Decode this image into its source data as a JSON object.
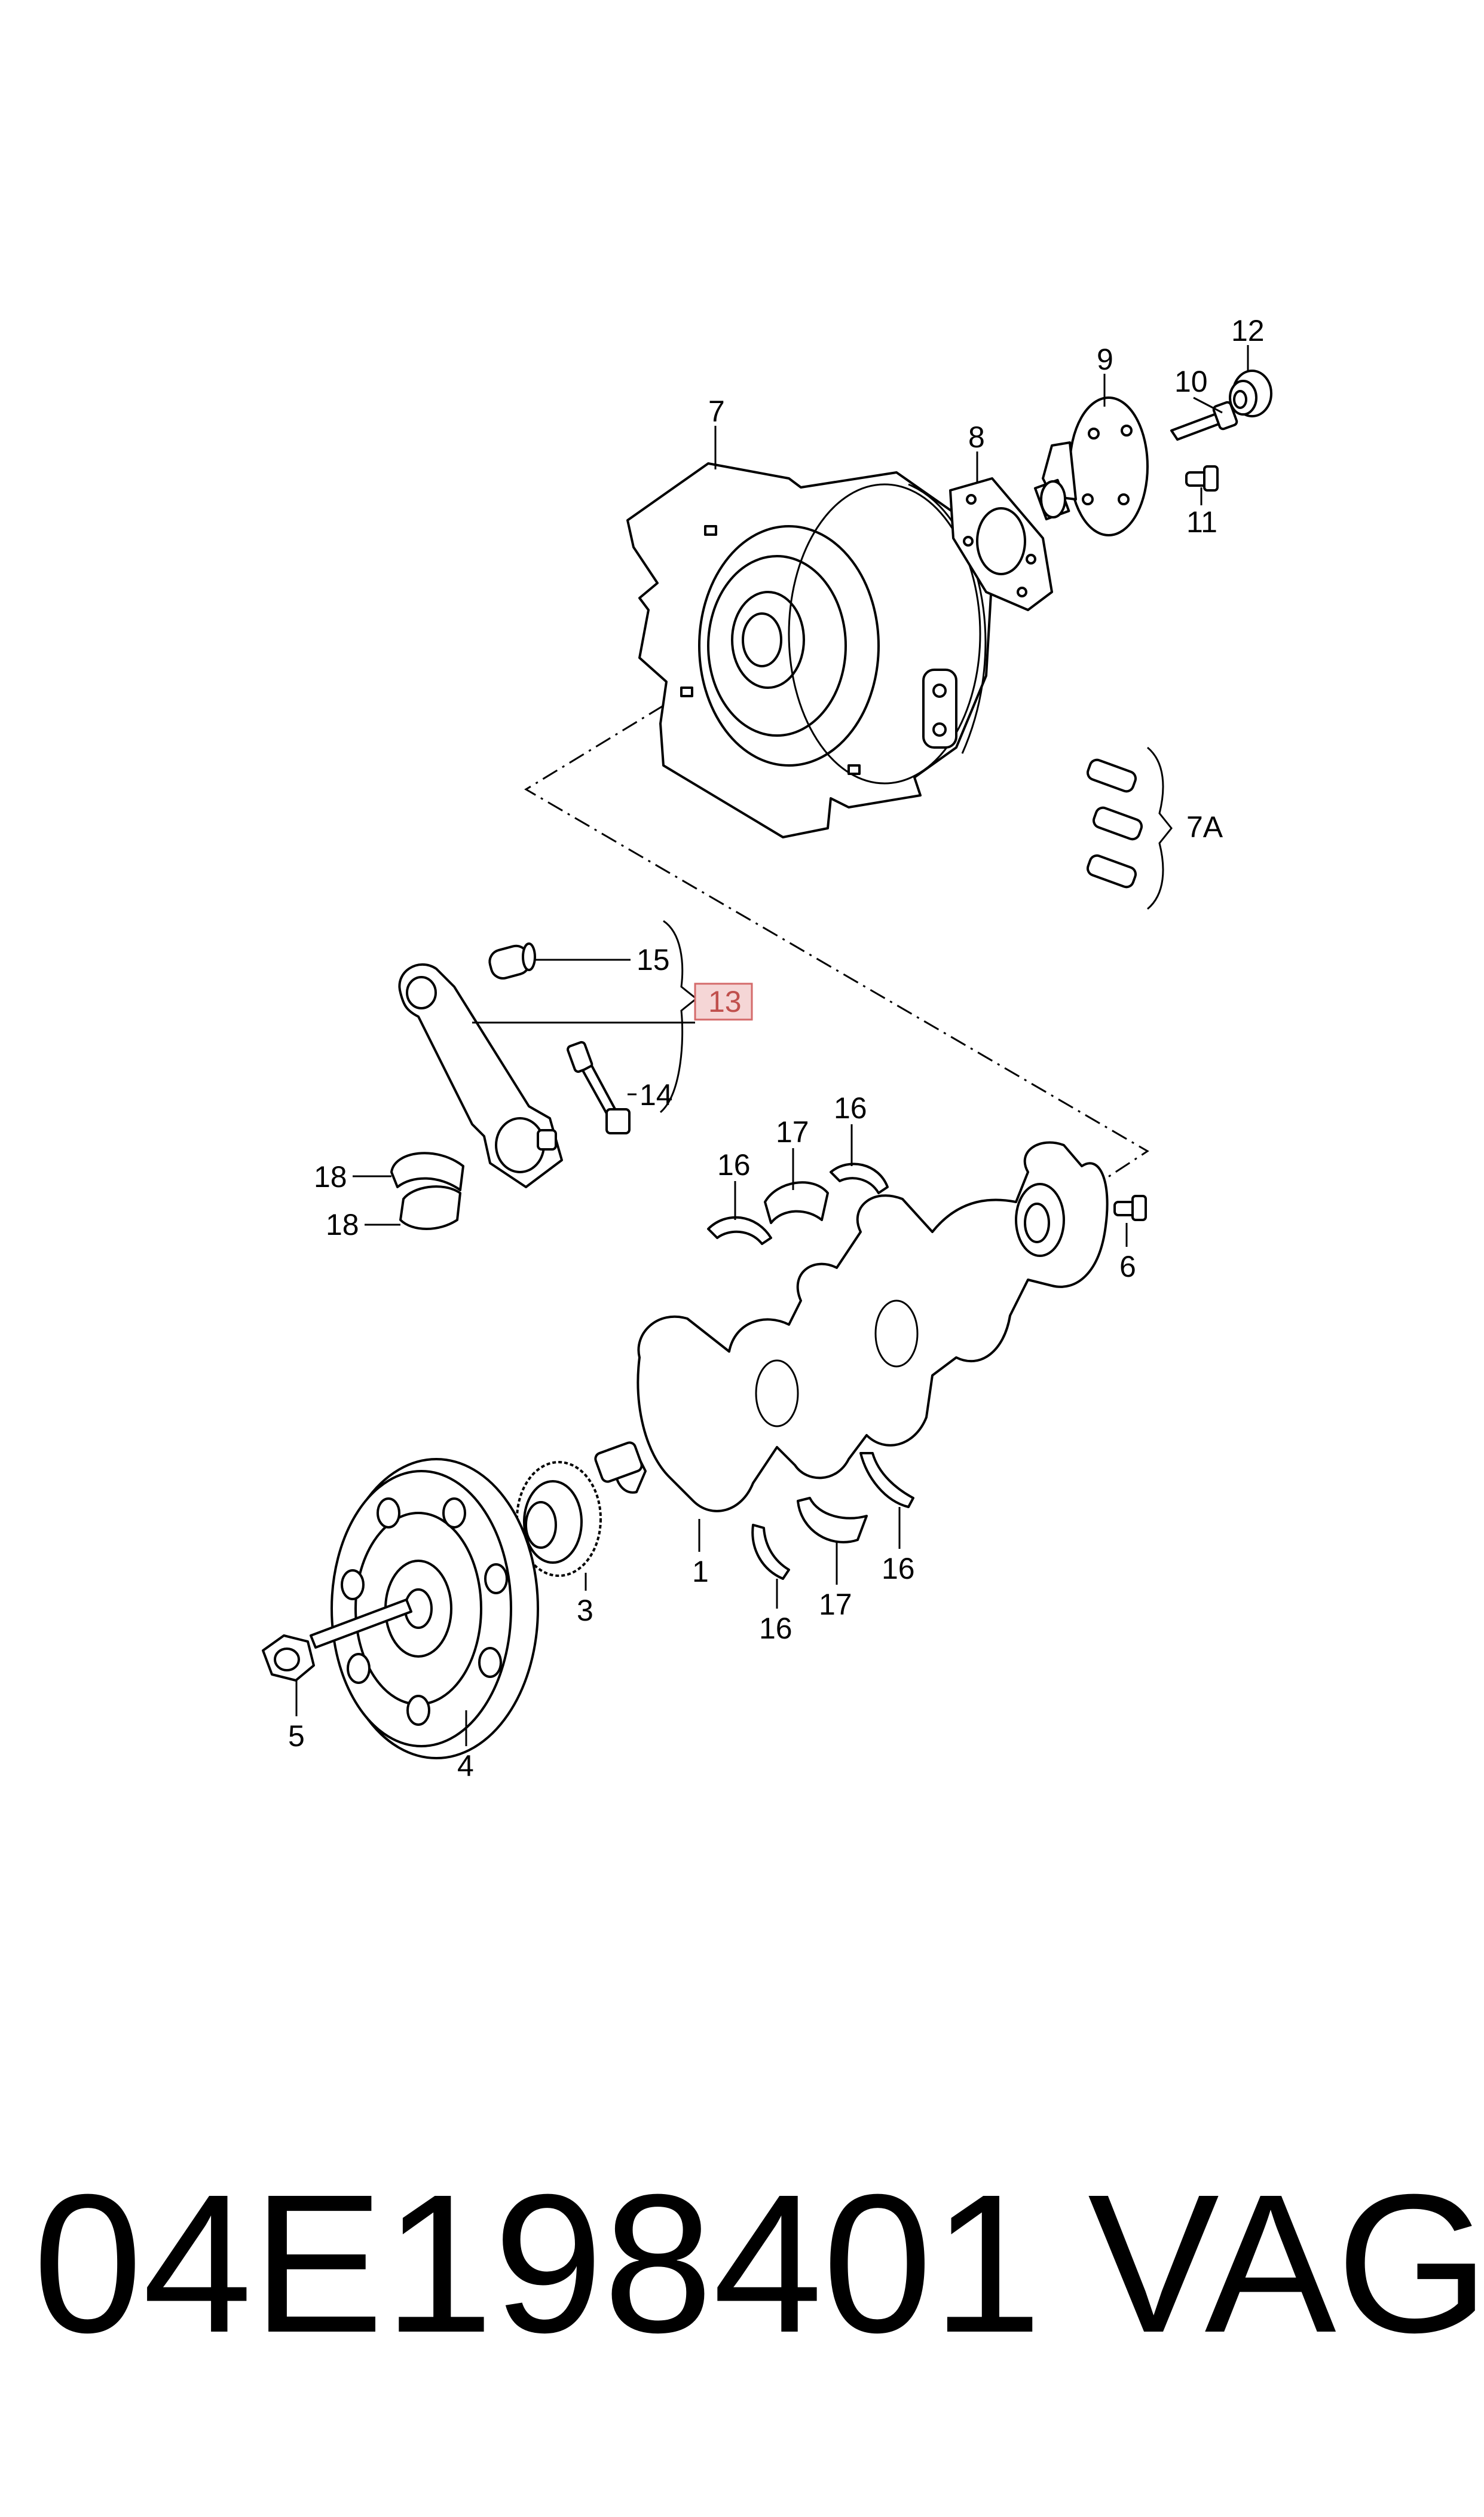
{
  "callouts": {
    "c1": "1",
    "c3": "3",
    "c4": "4",
    "c5": "5",
    "c6": "6",
    "c7": "7",
    "c7a": "7A",
    "c8": "8",
    "c9": "9",
    "c10": "10",
    "c11": "11",
    "c12": "12",
    "c13": "13",
    "c14": "14",
    "c15": "15",
    "c16": "16",
    "c17": "17",
    "c18": "18"
  },
  "highlight_color": "#f5d6d6",
  "highlight_border": "#d46a6a",
  "footer": {
    "part_number": "04E198401",
    "brand": "VAG"
  }
}
